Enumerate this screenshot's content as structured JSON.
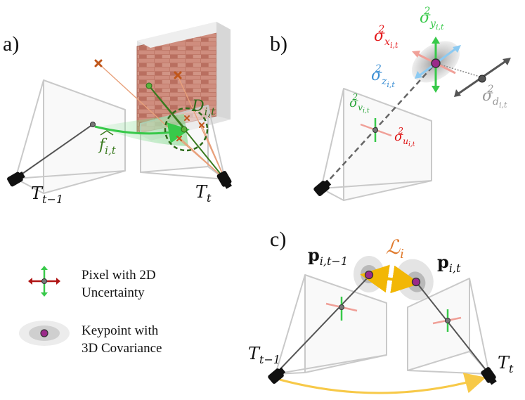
{
  "labels": {
    "a": "a)",
    "b": "b)",
    "c": "c)"
  },
  "math": {
    "T_prev": "T",
    "T_prev_sub": "t−1",
    "T_cur": "T",
    "T_cur_sub": "t",
    "D": "D",
    "D_sub": "i,t",
    "f": "f",
    "f_sub": "i,t",
    "sigma": "σ",
    "sig_x_sub": "x",
    "sig_y_sub": "y",
    "sig_z_sub": "z",
    "sig_d_sub": "d",
    "sig_u_sub": "u",
    "sig_v_sub": "v",
    "it_sub": "i,t",
    "sq": "2",
    "p": "p",
    "p_prev_sub": "i,t−1",
    "p_cur_sub": "i,t",
    "L": "ℒ",
    "L_sub": "i"
  },
  "legend": {
    "pixel_line1": "Pixel with 2D",
    "pixel_line2": "Uncertainty",
    "keypoint_line1": "Keypoint with",
    "keypoint_line2": "3D Covariance"
  },
  "colors": {
    "green_dark": "#3a7a1f",
    "green_bright": "#38c94a",
    "orange": "#d4651e",
    "red": "#e41a1c",
    "blue": "#4a9fdc",
    "gray": "#8a8a8a",
    "purple": "#9b2a8a",
    "yellow": "#f2b705",
    "brick": "#c98273"
  }
}
